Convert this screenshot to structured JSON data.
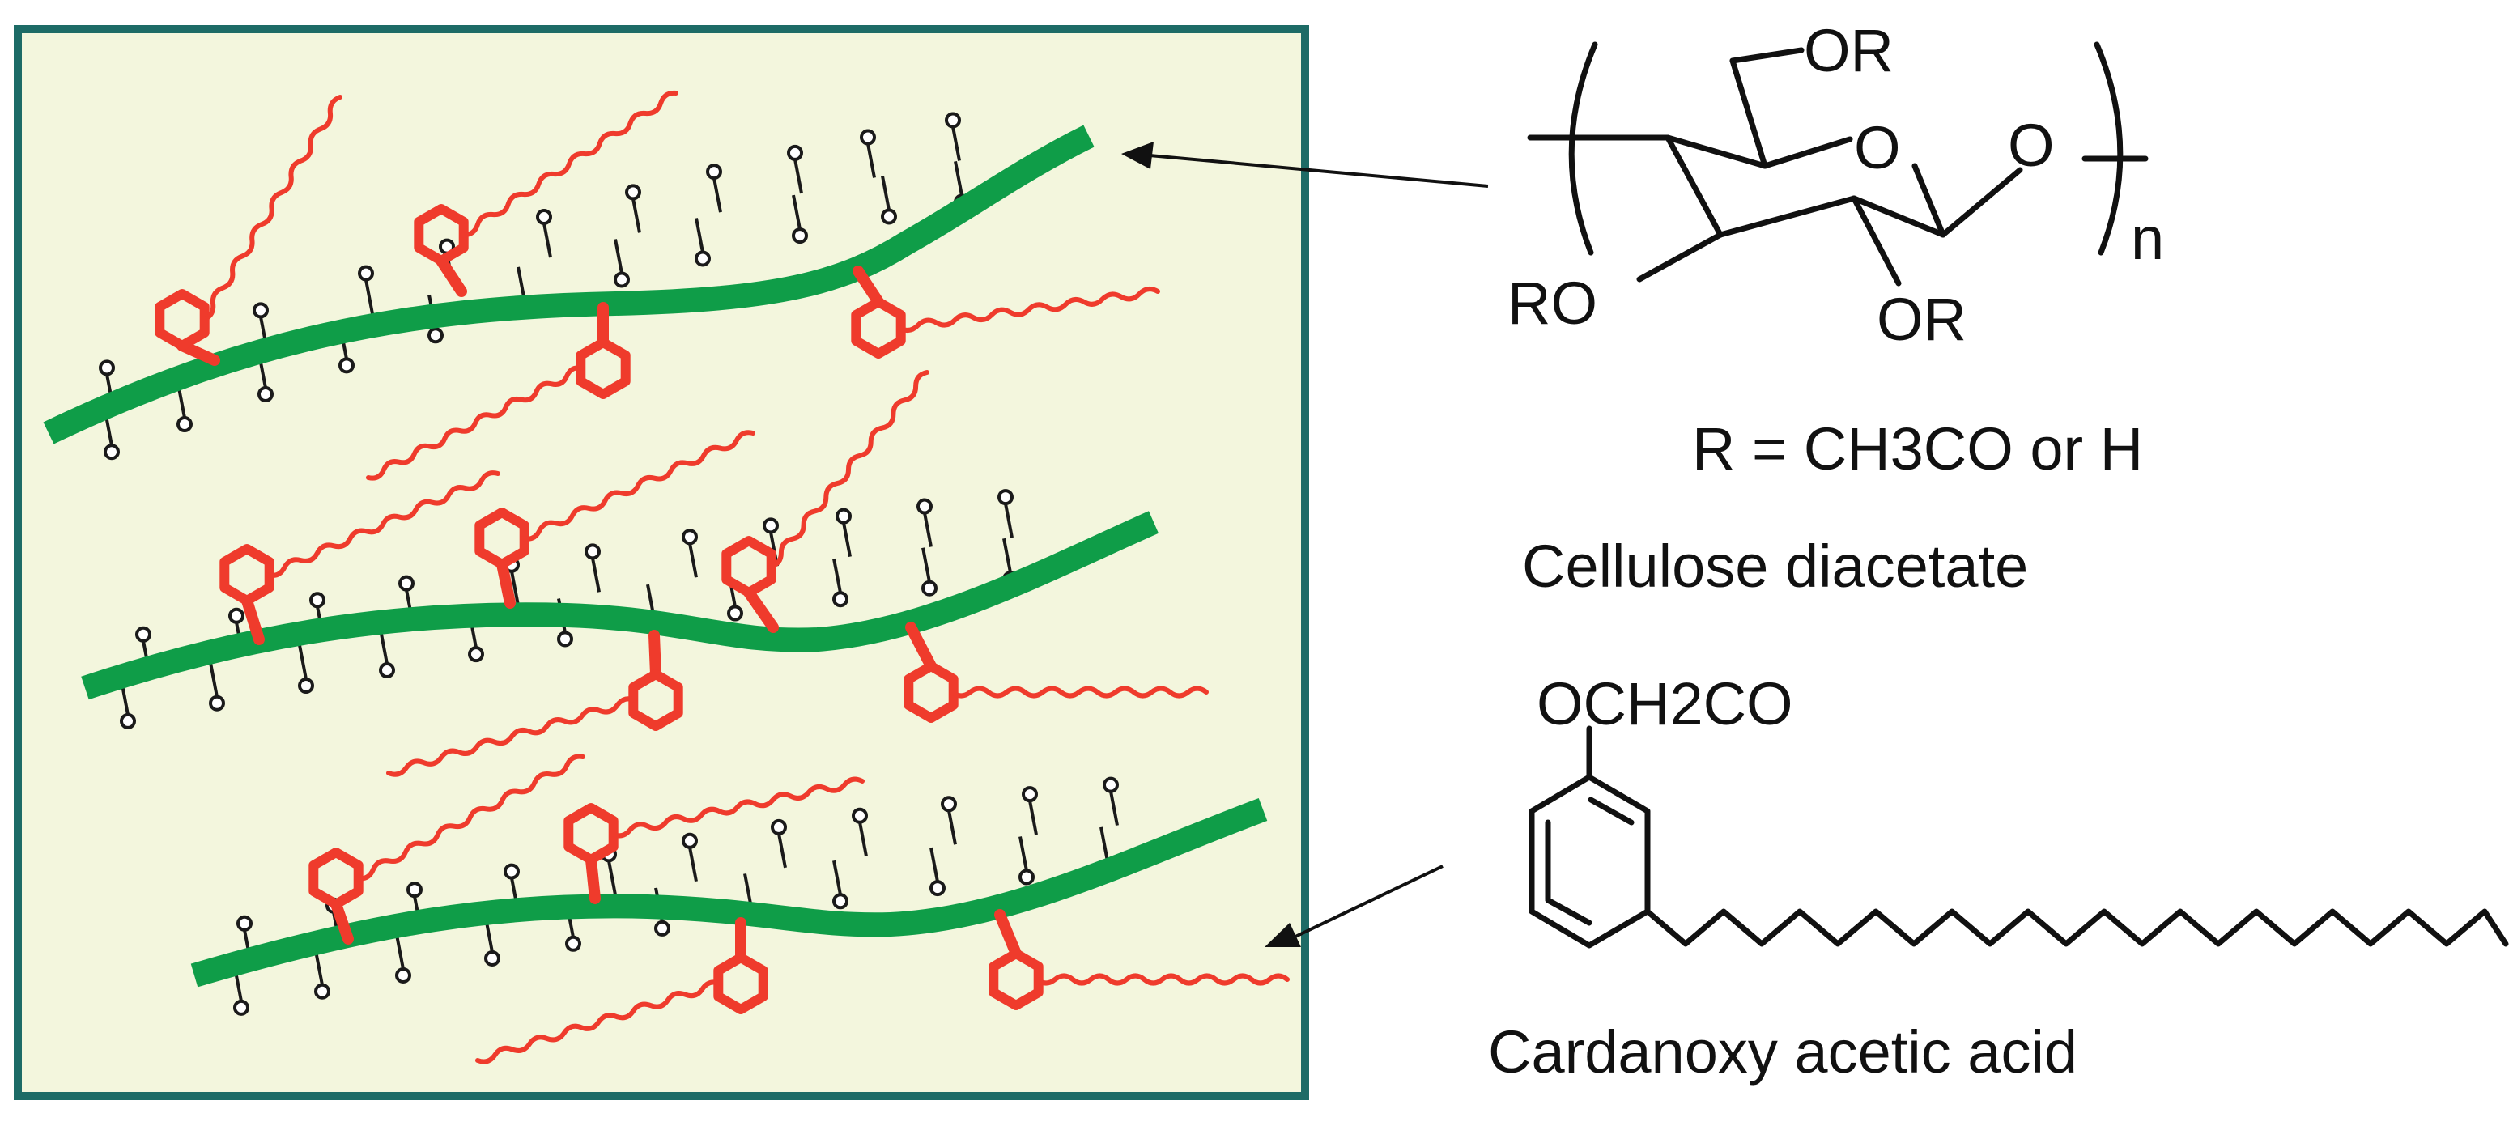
{
  "colors": {
    "panel_fill": "#f3f6dd",
    "panel_border": "#1d6b66",
    "cellulose_backbone": "#0f9d48",
    "cardanol": "#ef3b2c",
    "acetate_pin": "#1a1a1a",
    "structure_line": "#111111"
  },
  "cellulose": {
    "atom_or_top": "OR",
    "atom_ring_o": "O",
    "atom_link_o": "O",
    "atom_ro": "RO",
    "atom_or_bottom": "OR",
    "subscript_n": "n",
    "definition": "R = CH3CO or H",
    "name": "Cellulose diacetate"
  },
  "cardanoxy": {
    "substituent": "OCH2CO",
    "name": "Cardanoxy acetic acid"
  }
}
